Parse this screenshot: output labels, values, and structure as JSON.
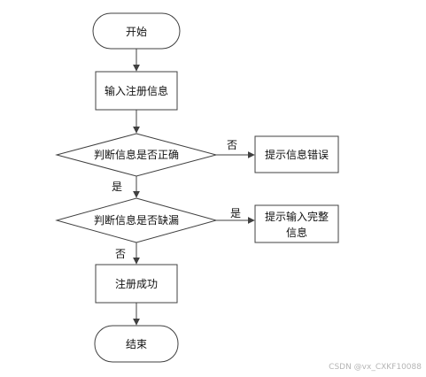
{
  "diagram": {
    "start": "开始",
    "input": "输入注册信息",
    "check_correct": "判断信息是否正确",
    "error_tip": "提示信息错误",
    "check_missing": "判断信息是否缺漏",
    "complete_tip_line1": "提示输入完整",
    "complete_tip_line2": "信息",
    "success": "注册成功",
    "end": "结束",
    "edge_no_1": "否",
    "edge_yes_1": "是",
    "edge_yes_2": "是",
    "edge_no_2": "否"
  },
  "watermark": "CSDN @vx_CXKF10088",
  "colors": {
    "stroke": "#404040",
    "fill": "#ffffff",
    "text": "#111111"
  }
}
